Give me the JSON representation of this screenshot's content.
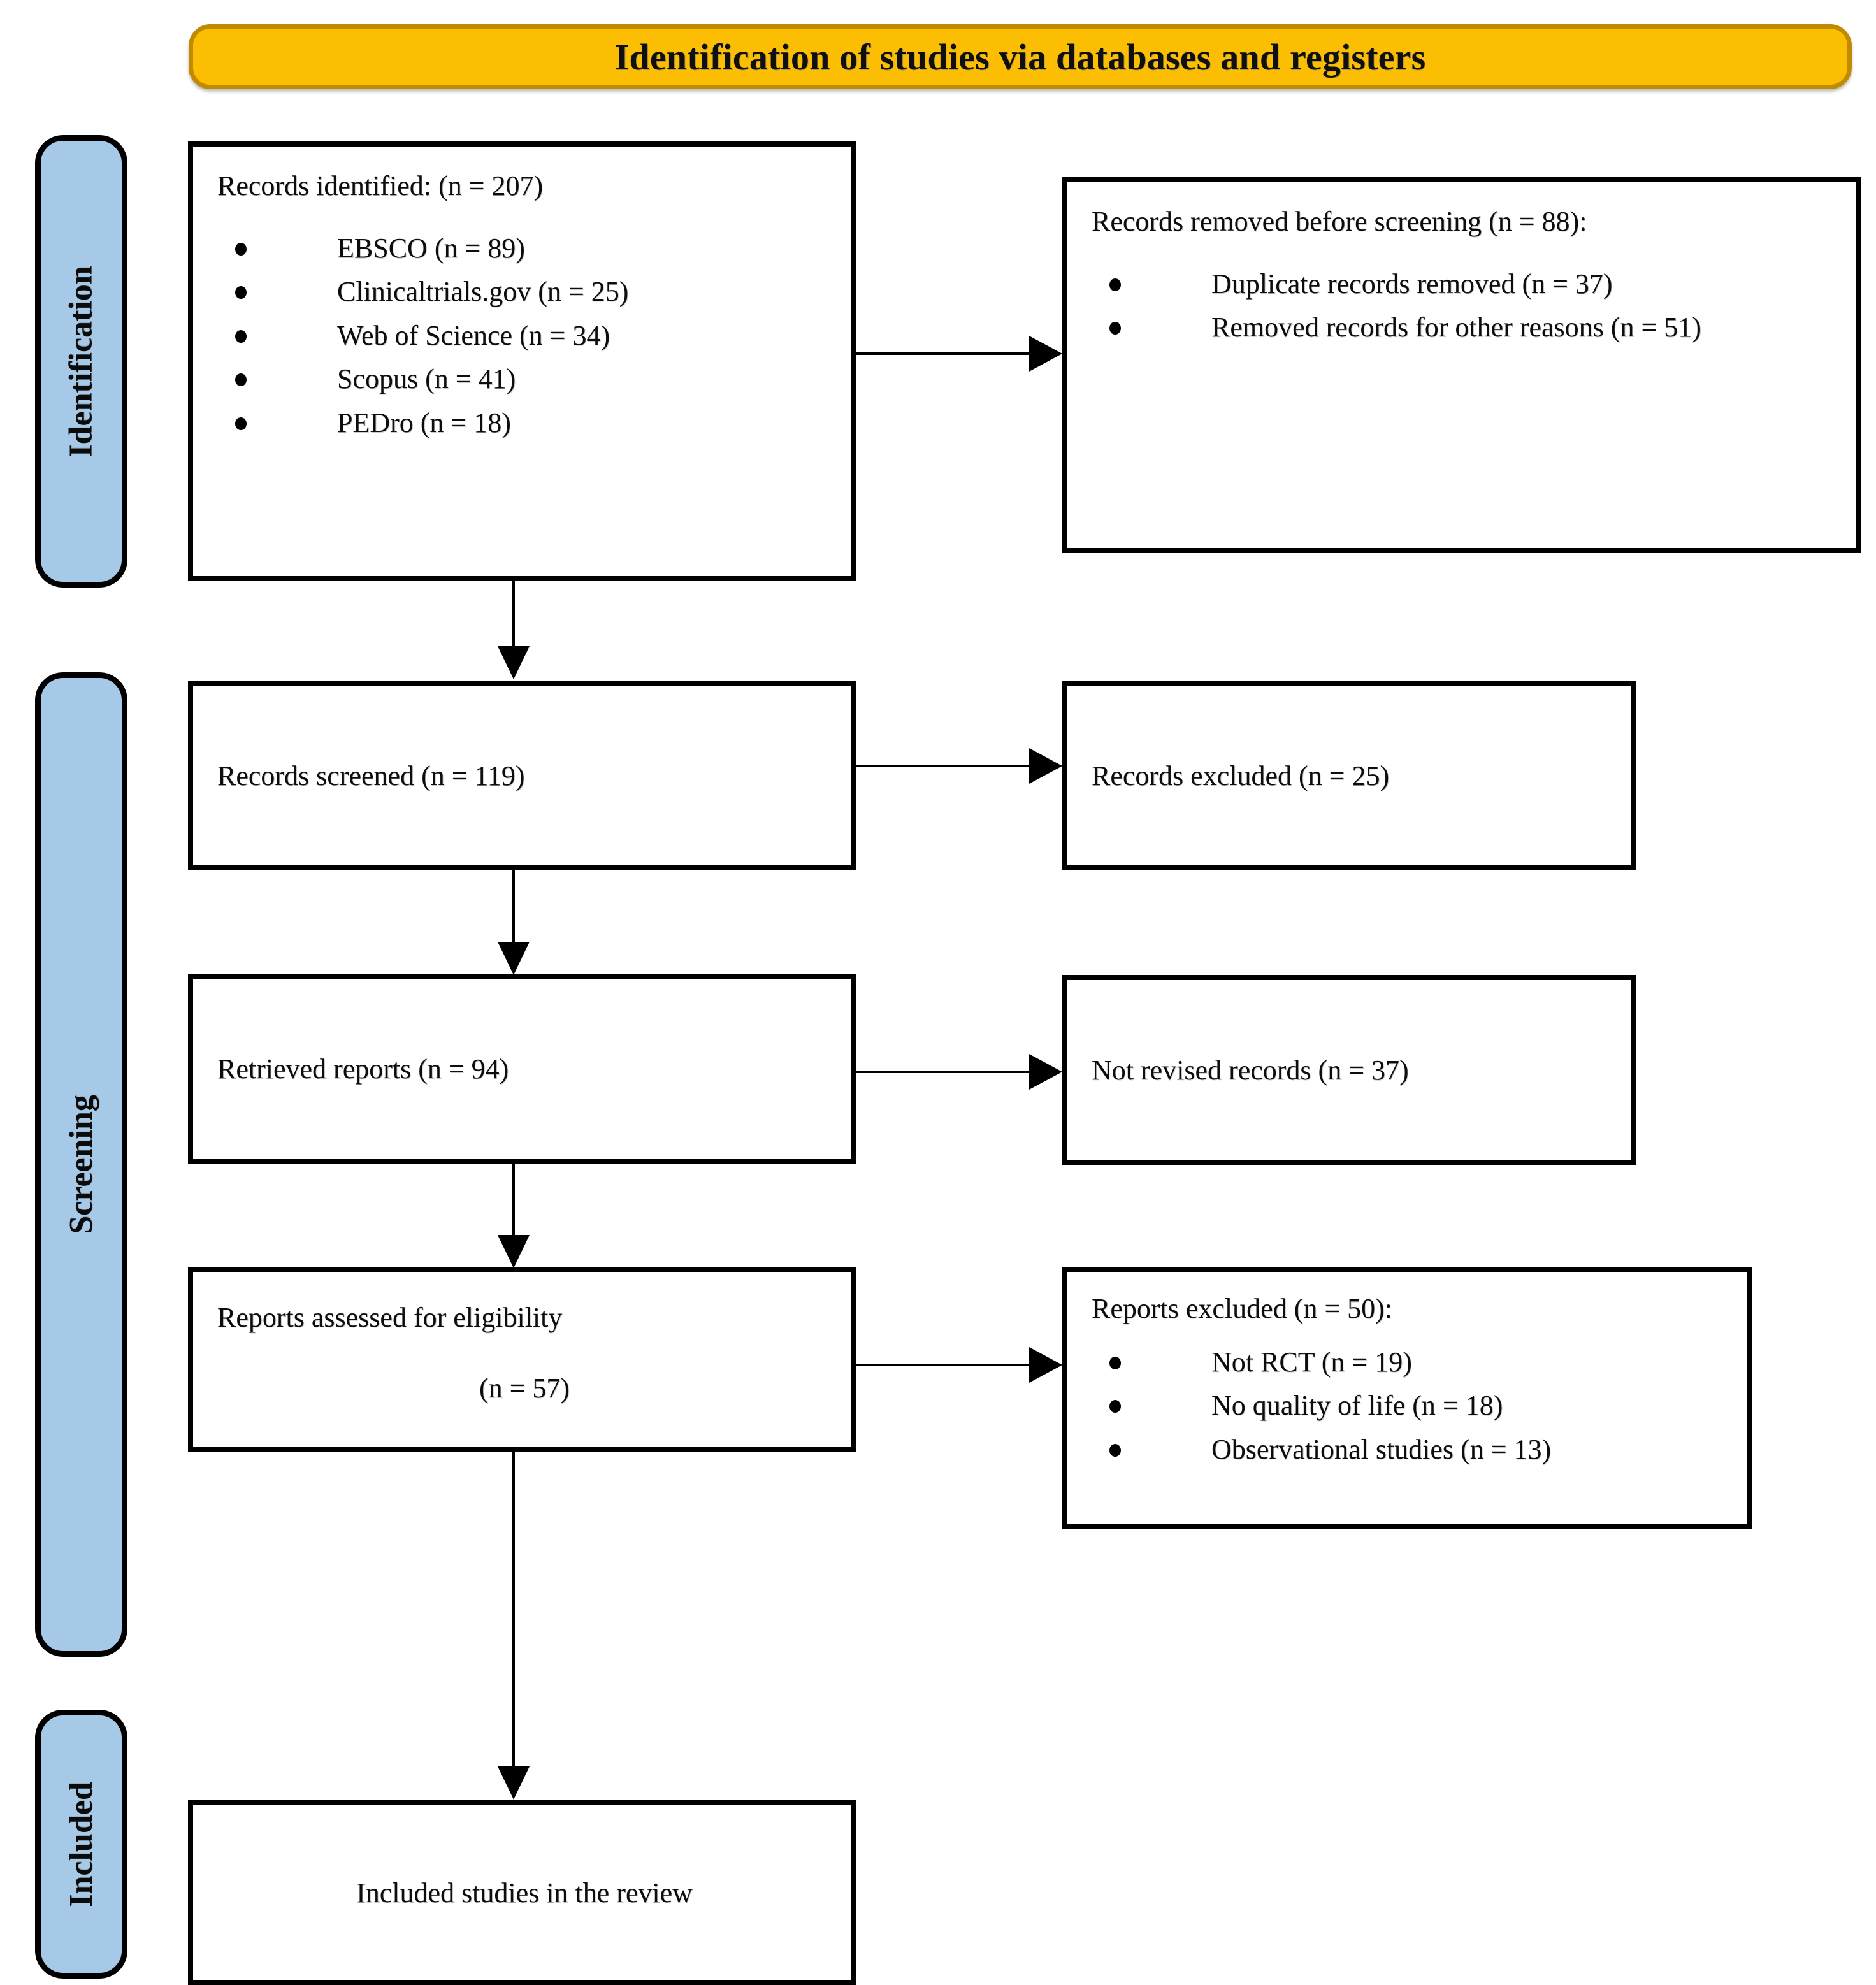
{
  "header": {
    "title": "Identification of studies via databases and registers"
  },
  "stages": [
    {
      "id": "identification",
      "label": "Identification"
    },
    {
      "id": "screening",
      "label": "Screening"
    },
    {
      "id": "included",
      "label": "Included"
    }
  ],
  "boxes": {
    "records_identified": {
      "title": "Records identified: (n = 207)",
      "items": [
        "EBSCO (n = 89)",
        "Clinicaltrials.gov  (n = 25)",
        "Web of Science (n = 34)",
        "Scopus (n = 41)",
        "PEDro (n = 18)"
      ]
    },
    "records_removed": {
      "title": "Records removed before screening (n = 88):",
      "items": [
        "Duplicate records removed (n = 37)",
        "Removed records for other reasons (n = 51)"
      ]
    },
    "records_screened": {
      "title": "Records screened (n = 119)"
    },
    "records_excluded": {
      "title": "Records excluded (n = 25)"
    },
    "retrieved_reports": {
      "title": "Retrieved reports (n = 94)"
    },
    "not_revised_records": {
      "title": "Not revised records (n = 37)"
    },
    "reports_assessed": {
      "title": "Reports assessed for eligibility",
      "subtitle": "(n = 57)"
    },
    "reports_excluded": {
      "title": "Reports excluded (n = 50):",
      "items": [
        "Not RCT (n = 19)",
        "No quality of life (n = 18)",
        "Observational studies (n = 13)"
      ]
    },
    "included_studies": {
      "title": "Included studies in the review"
    }
  },
  "colors": {
    "banner_fill": "#FBBE02",
    "banner_border": "#C08B00",
    "stage_fill": "#A7C9E8",
    "line": "#000000"
  }
}
